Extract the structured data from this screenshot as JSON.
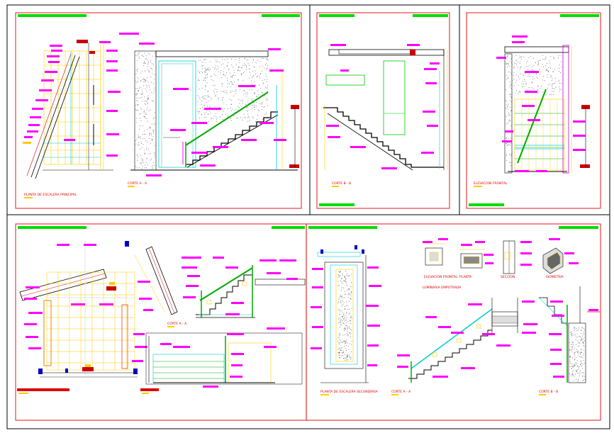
{
  "sheet": {
    "colors": {
      "frame": "#000000",
      "border": "#dd0000",
      "title_tag": "#00dd00",
      "callout": "#ff00ff",
      "guide": "#ffcc00",
      "glass": "#00cccc",
      "railing": "#00aa00",
      "stair": "#000000",
      "concrete": "#000000",
      "note_text": "#dd0000"
    },
    "panels": [
      {
        "id": "p1",
        "caption": "PLANTA DE ESCALERA PRINCIPAL",
        "caption2": "CORTE A - A"
      },
      {
        "id": "p2",
        "caption": "CORTE B - B"
      },
      {
        "id": "p3",
        "caption": "ELEVACION FRONTAL"
      },
      {
        "id": "p4",
        "caption": "",
        "caption2": "CORTE A - A"
      },
      {
        "id": "p5",
        "caption": "PLANTA DE ESCALERA SECUNDARIA",
        "caption2": "CORTE A - A",
        "caption3": "CORTE B - B",
        "details": [
          "ELEVACION FRONTAL",
          "PLANTA",
          "SECCION",
          "ISOMETRIA"
        ],
        "detail_title": "LUMINARIA EMPOTRADA"
      }
    ]
  }
}
